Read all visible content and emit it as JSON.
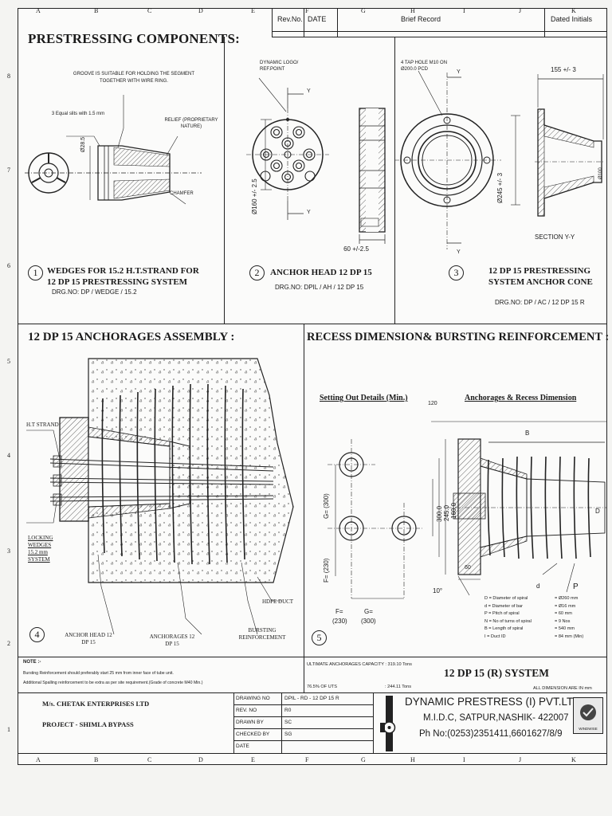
{
  "revision_block": {
    "rev_no_label": "Rev.No.",
    "date_label": "DATE",
    "brief_record_label": "Brief Record",
    "dated_initials_label": "Dated Initials"
  },
  "border": {
    "top_letters": [
      "A",
      "B",
      "C",
      "D",
      "E",
      "F",
      "G",
      "H",
      "I",
      "J",
      "K"
    ],
    "side_numbers": [
      "8",
      "7",
      "6",
      "5",
      "4",
      "3",
      "2",
      "1"
    ]
  },
  "components": {
    "heading": "PRESTRESSING COMPONENTS:",
    "wedge": {
      "note_groove": "GROOVE IS SUITABLE FOR HOLDING THE SEGMENT TOGETHER WITH WIRE RING.",
      "note_slits": "3 Equal slits with 1.5 mm",
      "note_relief": "RELIEF (PROPRIETARY NATURE)",
      "dim_dia": "Ø28.5",
      "note_chamfer": "CHAMFER",
      "number": "1",
      "title_line1": "WEDGES FOR 15.2 H.T.STRAND FOR",
      "title_line2": "12 DP 15 PRESTRESSING SYSTEM",
      "drg_no": "DRG.NO: DP / WEDGE / 15.2"
    },
    "anchor_head": {
      "note_logo": "DYNAMIC LOGO/ REF.POINT",
      "section_y": "Y",
      "dim_dia": "Ø160 +/- 2.5",
      "dim_len": "60 +/-2.5",
      "number": "2",
      "title": "ANCHOR HEAD 12 DP 15",
      "drg_no": "DRG.NO: DPIL / AH / 12 DP 15"
    },
    "anchor_cone": {
      "note_tap": "4 TAP HOLE M10 ON Ø200.0 PCD",
      "section_y": "Y",
      "dim_len": "155 +/- 3",
      "dim_dia": "Ø245 +/- 3",
      "dim_right": "Ø100",
      "section_label": "SECTION Y-Y",
      "number": "3",
      "title_line1": "12 DP 15 PRESTRESSING",
      "title_line2": "SYSTEM ANCHOR CONE",
      "drg_no": "DRG.NO: DP / AC / 12 DP 15 R"
    }
  },
  "assembly": {
    "heading": "12 DP 15 ANCHORAGES ASSEMBLY :",
    "label_strand": "H.T STRAND",
    "label_locking": "LOCKING WEDGES 15.2 mm SYSTEM",
    "label_hdpe": "HDPE DUCT",
    "label_bursting": "BURSTING REINFORCEMENT",
    "label_anchor_head": "ANCHOR HEAD 12 DP 15",
    "label_anchorages": "ANCHORAGES 12 DP 15",
    "number": "4"
  },
  "recess": {
    "heading": "RECESS DIMENSION& BURSTING REINFORCEMENT :",
    "setting_out_title": "Setting Out Details (Min.)",
    "anchorages_title": "Anchorages & Recess Dimension",
    "dim_g": "G= (300)",
    "dim_f": "F= (230)",
    "dim_f_bottom": "F=",
    "dim_g_bottom": "G=",
    "dim_f_val": "(230)",
    "dim_g_val": "(300)",
    "dim_120": "120",
    "dim_b": "B",
    "dim_300": "300.0",
    "dim_245": "245.0",
    "dim_160": "160.0",
    "dim_60": "60",
    "dim_10": "10°",
    "dim_d_small": "d",
    "dim_p": "P",
    "dim_d_big": "D",
    "number": "5",
    "legend": [
      {
        "key": "D = Diameter of spiral",
        "val": "= Ø260 mm"
      },
      {
        "key": "d = Diameter of bar",
        "val": "= Ø16 mm"
      },
      {
        "key": "P = Pitch of spiral",
        "val": "= 60 mm"
      },
      {
        "key": "N = No of turns of spiral",
        "val": "= 9 Nos"
      },
      {
        "key": "B = Length of spiral",
        "val": "= 540 mm"
      },
      {
        "key": "I = Duct ID",
        "val": "= 84 mm (Min)"
      }
    ]
  },
  "notes": {
    "title": "NOTE :-",
    "line1": "Bursting Reinforcement should preferably start 25 mm from inner face of tube unit.",
    "line2": "Additional Spalling reinforcement to be extra as per site requirement.(Grade of concrete M40 Min.)"
  },
  "capacity": {
    "ultimate_label": "ULTIMATE ANCHORAGES CAPACITY : 319.10 Tons",
    "uts_label": "76.5% OF UTS",
    "uts_value": ": 244.11 Tons",
    "system_title": "12 DP 15 (R) SYSTEM",
    "dim_note": "ALL DIMENSION ARE IN mm"
  },
  "title_block": {
    "client": "M/s. CHETAK ENTERPRISES LTD",
    "project": "PROJECT - SHIMLA BYPASS",
    "rows": [
      {
        "label": "DRAWING NO",
        "value": "DPIL - RD - 12 DP 15 R"
      },
      {
        "label": "REV. NO",
        "value": "R0"
      },
      {
        "label": "DRAWN BY",
        "value": "SC"
      },
      {
        "label": "CHECKED BY",
        "value": "SG"
      },
      {
        "label": "DATE",
        "value": ""
      }
    ],
    "company": "DYNAMIC PRESTRESS (I) PVT.LTD",
    "address": "M.I.D.C, SATPUR,NASHIK- 422007",
    "phone": "Ph No:(0253)2351411,6601627/8/9",
    "badge_text": "WINDWISE"
  }
}
